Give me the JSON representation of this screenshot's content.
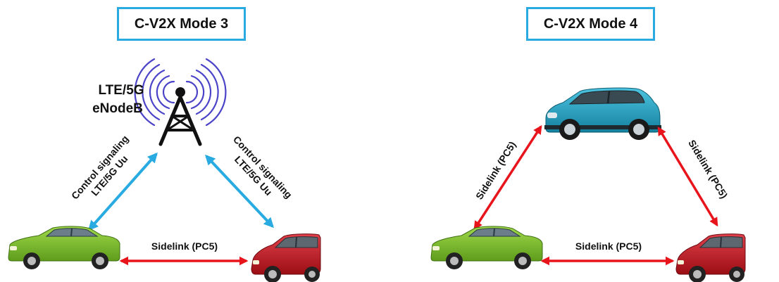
{
  "mode3": {
    "title": "C-V2X Mode 3",
    "tower_label_line1": "LTE/5G",
    "tower_label_line2": "eNodeB",
    "left_link_line1": "Control signaling",
    "left_link_line2": "LTE/5G Uu",
    "right_link_line1": "Control signaling",
    "right_link_line2": "LTE/5G Uu",
    "sidelink_label": "Sidelink (PC5)"
  },
  "mode4": {
    "title": "C-V2X Mode 4",
    "left_link_label": "Sidelink (PC5)",
    "right_link_label": "Sidelink (PC5)",
    "bottom_link_label": "Sidelink (PC5)"
  },
  "colors": {
    "title_border": "#29abe2",
    "uu_arrow": "#29abe2",
    "pc5_arrow": "#e8141b",
    "radio_waves": "#4b44c9",
    "green_car": "#7cc22a",
    "red_car": "#c8141e",
    "suv": "#2aa3c6"
  }
}
